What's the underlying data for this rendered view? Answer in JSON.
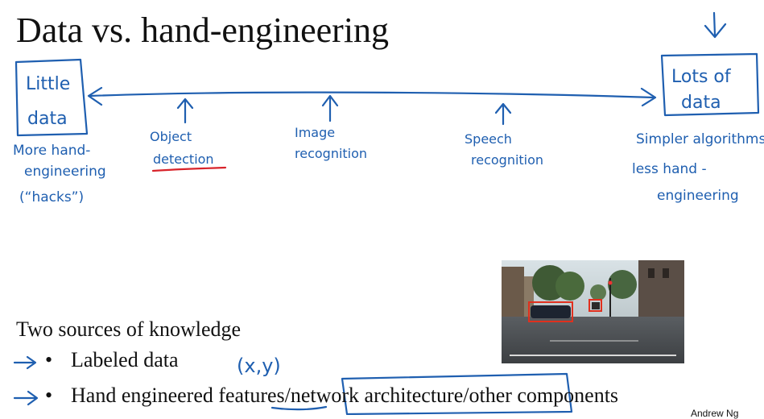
{
  "title": "Data vs. hand-engineering",
  "annotations": {
    "left_box": [
      "Little",
      "data"
    ],
    "left_note": [
      "More hand-",
      "engineering",
      "(“hacks”)"
    ],
    "right_box": [
      "Lots of",
      "data"
    ],
    "right_note": [
      "Simpler algorithms",
      "less hand -",
      "engineering"
    ],
    "tasks": [
      [
        "Object",
        "detection"
      ],
      [
        "Image",
        "recognition"
      ],
      [
        "Speech",
        "recognition"
      ]
    ],
    "xy_note": "(x,y)"
  },
  "bullets": {
    "heading": "Two sources of knowledge",
    "items": [
      "Labeled data",
      "Hand engineered features/network architecture/other components"
    ]
  },
  "credit": "Andrew Ng",
  "colors": {
    "ink": "#1f5fb0",
    "red_ink": "#d8232a"
  }
}
